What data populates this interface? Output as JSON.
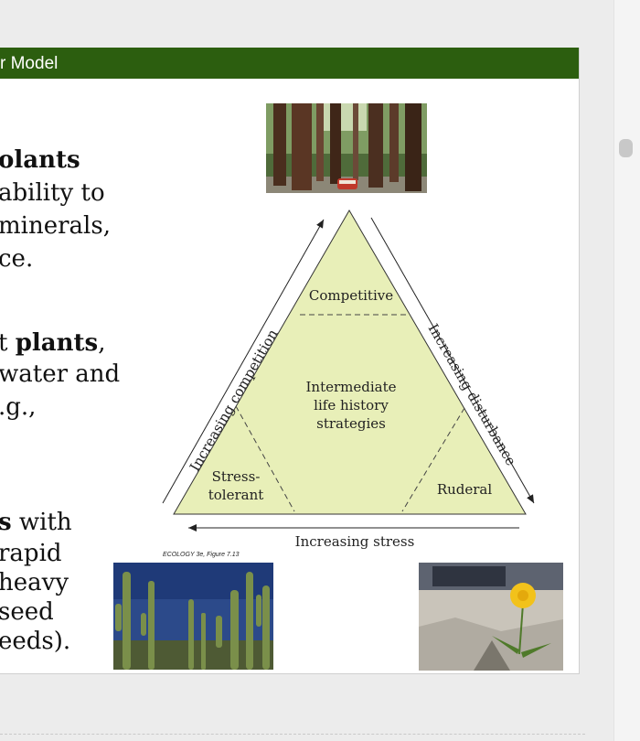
{
  "slide": {
    "title": "r Model",
    "text_lines": [
      {
        "text": "olants"
      },
      {
        "text": "ability to"
      },
      {
        "text": "minerals,"
      },
      {
        "text": "ce."
      },
      {
        "text": "t plants,"
      },
      {
        "text": "water and"
      },
      {
        "text": ".g.,"
      },
      {
        "text": "s with"
      },
      {
        "text": " rapid"
      },
      {
        "text": "heavy"
      },
      {
        "text": "seed"
      },
      {
        "text": "eeds)."
      }
    ]
  },
  "diagram": {
    "competitive": "Competitive",
    "intermediate": [
      "Intermediate",
      "life history",
      "strategies"
    ],
    "stress_tolerant": [
      "Stress-",
      "tolerant"
    ],
    "ruderal": "Ruderal",
    "axis_competition": "Increasing competition",
    "axis_disturbance": "Increasing disturbance",
    "axis_stress": "Increasing stress",
    "figure_caption": "ECOLOGY 3e, Figure 7.13",
    "fill_color": "#e8efb8"
  },
  "photos": {
    "forest": "redwood-forest-photo",
    "cactus": "saguaro-cactus-photo",
    "dandelion": "dandelion-in-rock-photo"
  }
}
